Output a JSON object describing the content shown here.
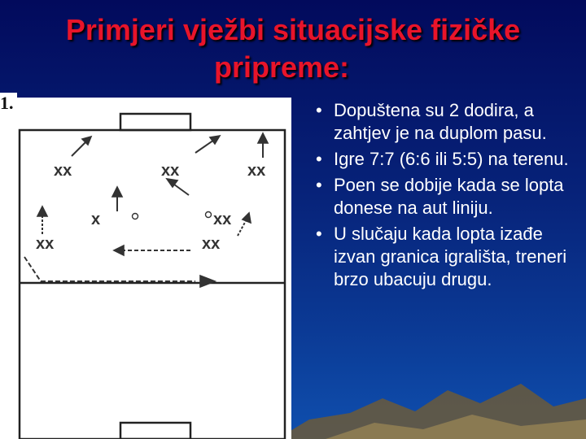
{
  "slide": {
    "title_line1": "Primjeri vježbi situacijske fizičke",
    "title_line2": "pripreme:",
    "figure_label": "1.",
    "bullets": [
      "Dopuštena su 2 dodira, a zahtjev je na duplom pasu.",
      "Igre 7:7 (6:6 ili 5:5) na terenu.",
      "Poen se dobije kada se lopta donese na aut liniju.",
      "U slučaju kada lopta izađe izvan granica igrališta, treneri brzo ubacuju drugu."
    ],
    "bullet_symbol": "•"
  },
  "court": {
    "player_pairs": [
      "xx",
      "xx",
      "xx",
      "x",
      "xx",
      "xx",
      "xx"
    ]
  },
  "colors": {
    "title": "#e8142a",
    "bullet_text": "#ffffff",
    "court_lines": "#222222"
  }
}
